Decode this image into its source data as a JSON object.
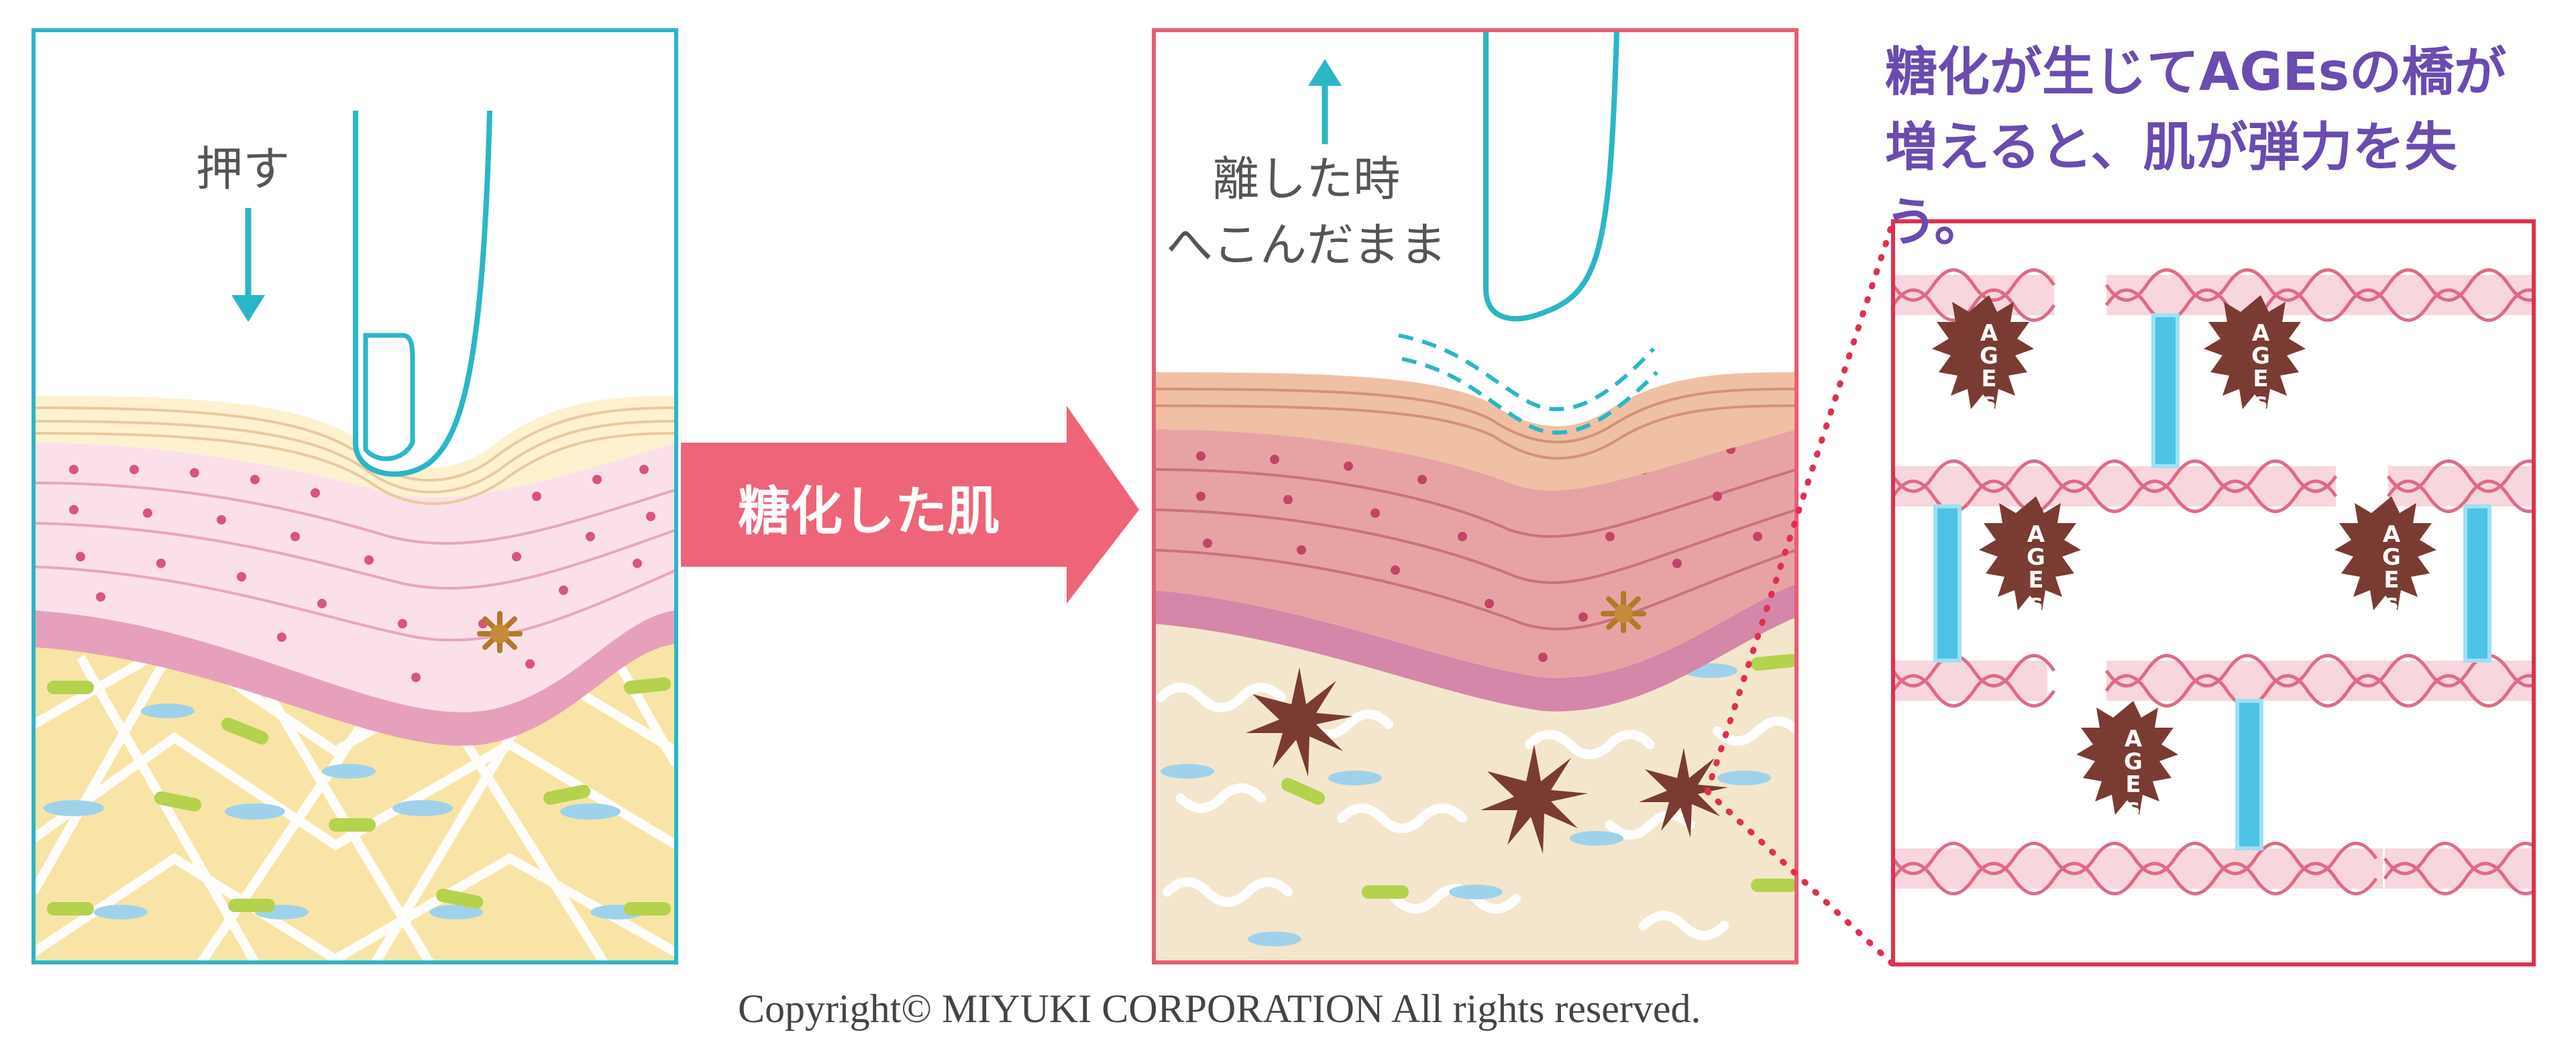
{
  "colors": {
    "teal": "#2bb6c6",
    "pink_accent": "#e85d75",
    "caption_purple": "#6a4bb0",
    "ages_brown": "#7a3b33",
    "dermis_yellow": "#f8e4a6",
    "dermis_beige": "#f4e6cc",
    "collagen_pink": "#f0b2c2",
    "elastin_blue": "#4fc3e6"
  },
  "left_panel": {
    "press_label": "押す"
  },
  "middle_arrow": {
    "label": "糖化した肌"
  },
  "right_panel": {
    "release_label_line1": "離した時",
    "release_label_line2": "へこんだまま"
  },
  "detail": {
    "caption_line1": "糖化が生じてAGEsの橋が",
    "caption_line2": "増えると、肌が弾力を失う。",
    "ages_tag": "AGEs"
  },
  "footer": {
    "copyright": "Copyright© MIYUKI CORPORATION All rights reserved."
  }
}
